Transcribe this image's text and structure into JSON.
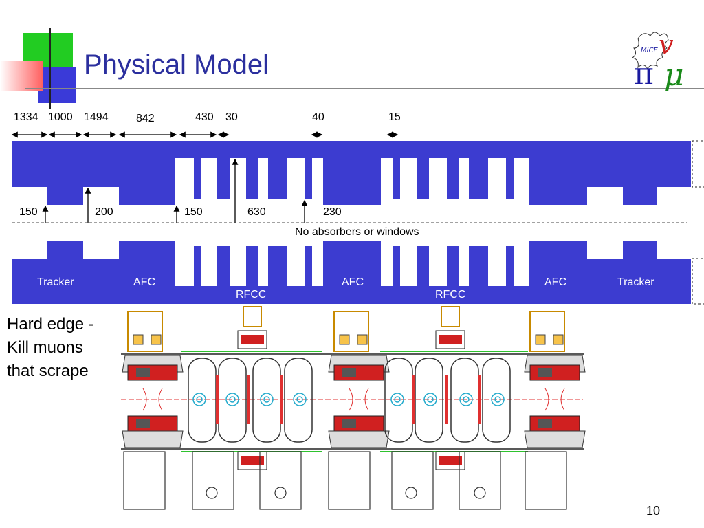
{
  "slide": {
    "title": "Physical Model",
    "page_number": "10",
    "side_note_lines": [
      "Hard edge -",
      "Kill muons",
      "that scrape"
    ],
    "center_note": "No absorbers or windows",
    "top_lengths": [
      "1334",
      "1000",
      "1494",
      "842",
      "430",
      "30",
      "40",
      "15"
    ],
    "bottom_lengths": [
      "150",
      "200",
      "150",
      "630",
      "230"
    ],
    "labels": {
      "tracker_left": "Tracker",
      "afc_1": "AFC",
      "rfcc_1": "RFCC",
      "afc_2": "AFC",
      "rfcc_2": "RFCC",
      "afc_3": "AFC",
      "tracker_right": "Tracker"
    },
    "logo_text": "MICE",
    "colors": {
      "block": "#3c3cd0",
      "title": "#2b2f9e",
      "accent_green": "#2ec22e",
      "accent_red": "#ff4d4d"
    }
  }
}
